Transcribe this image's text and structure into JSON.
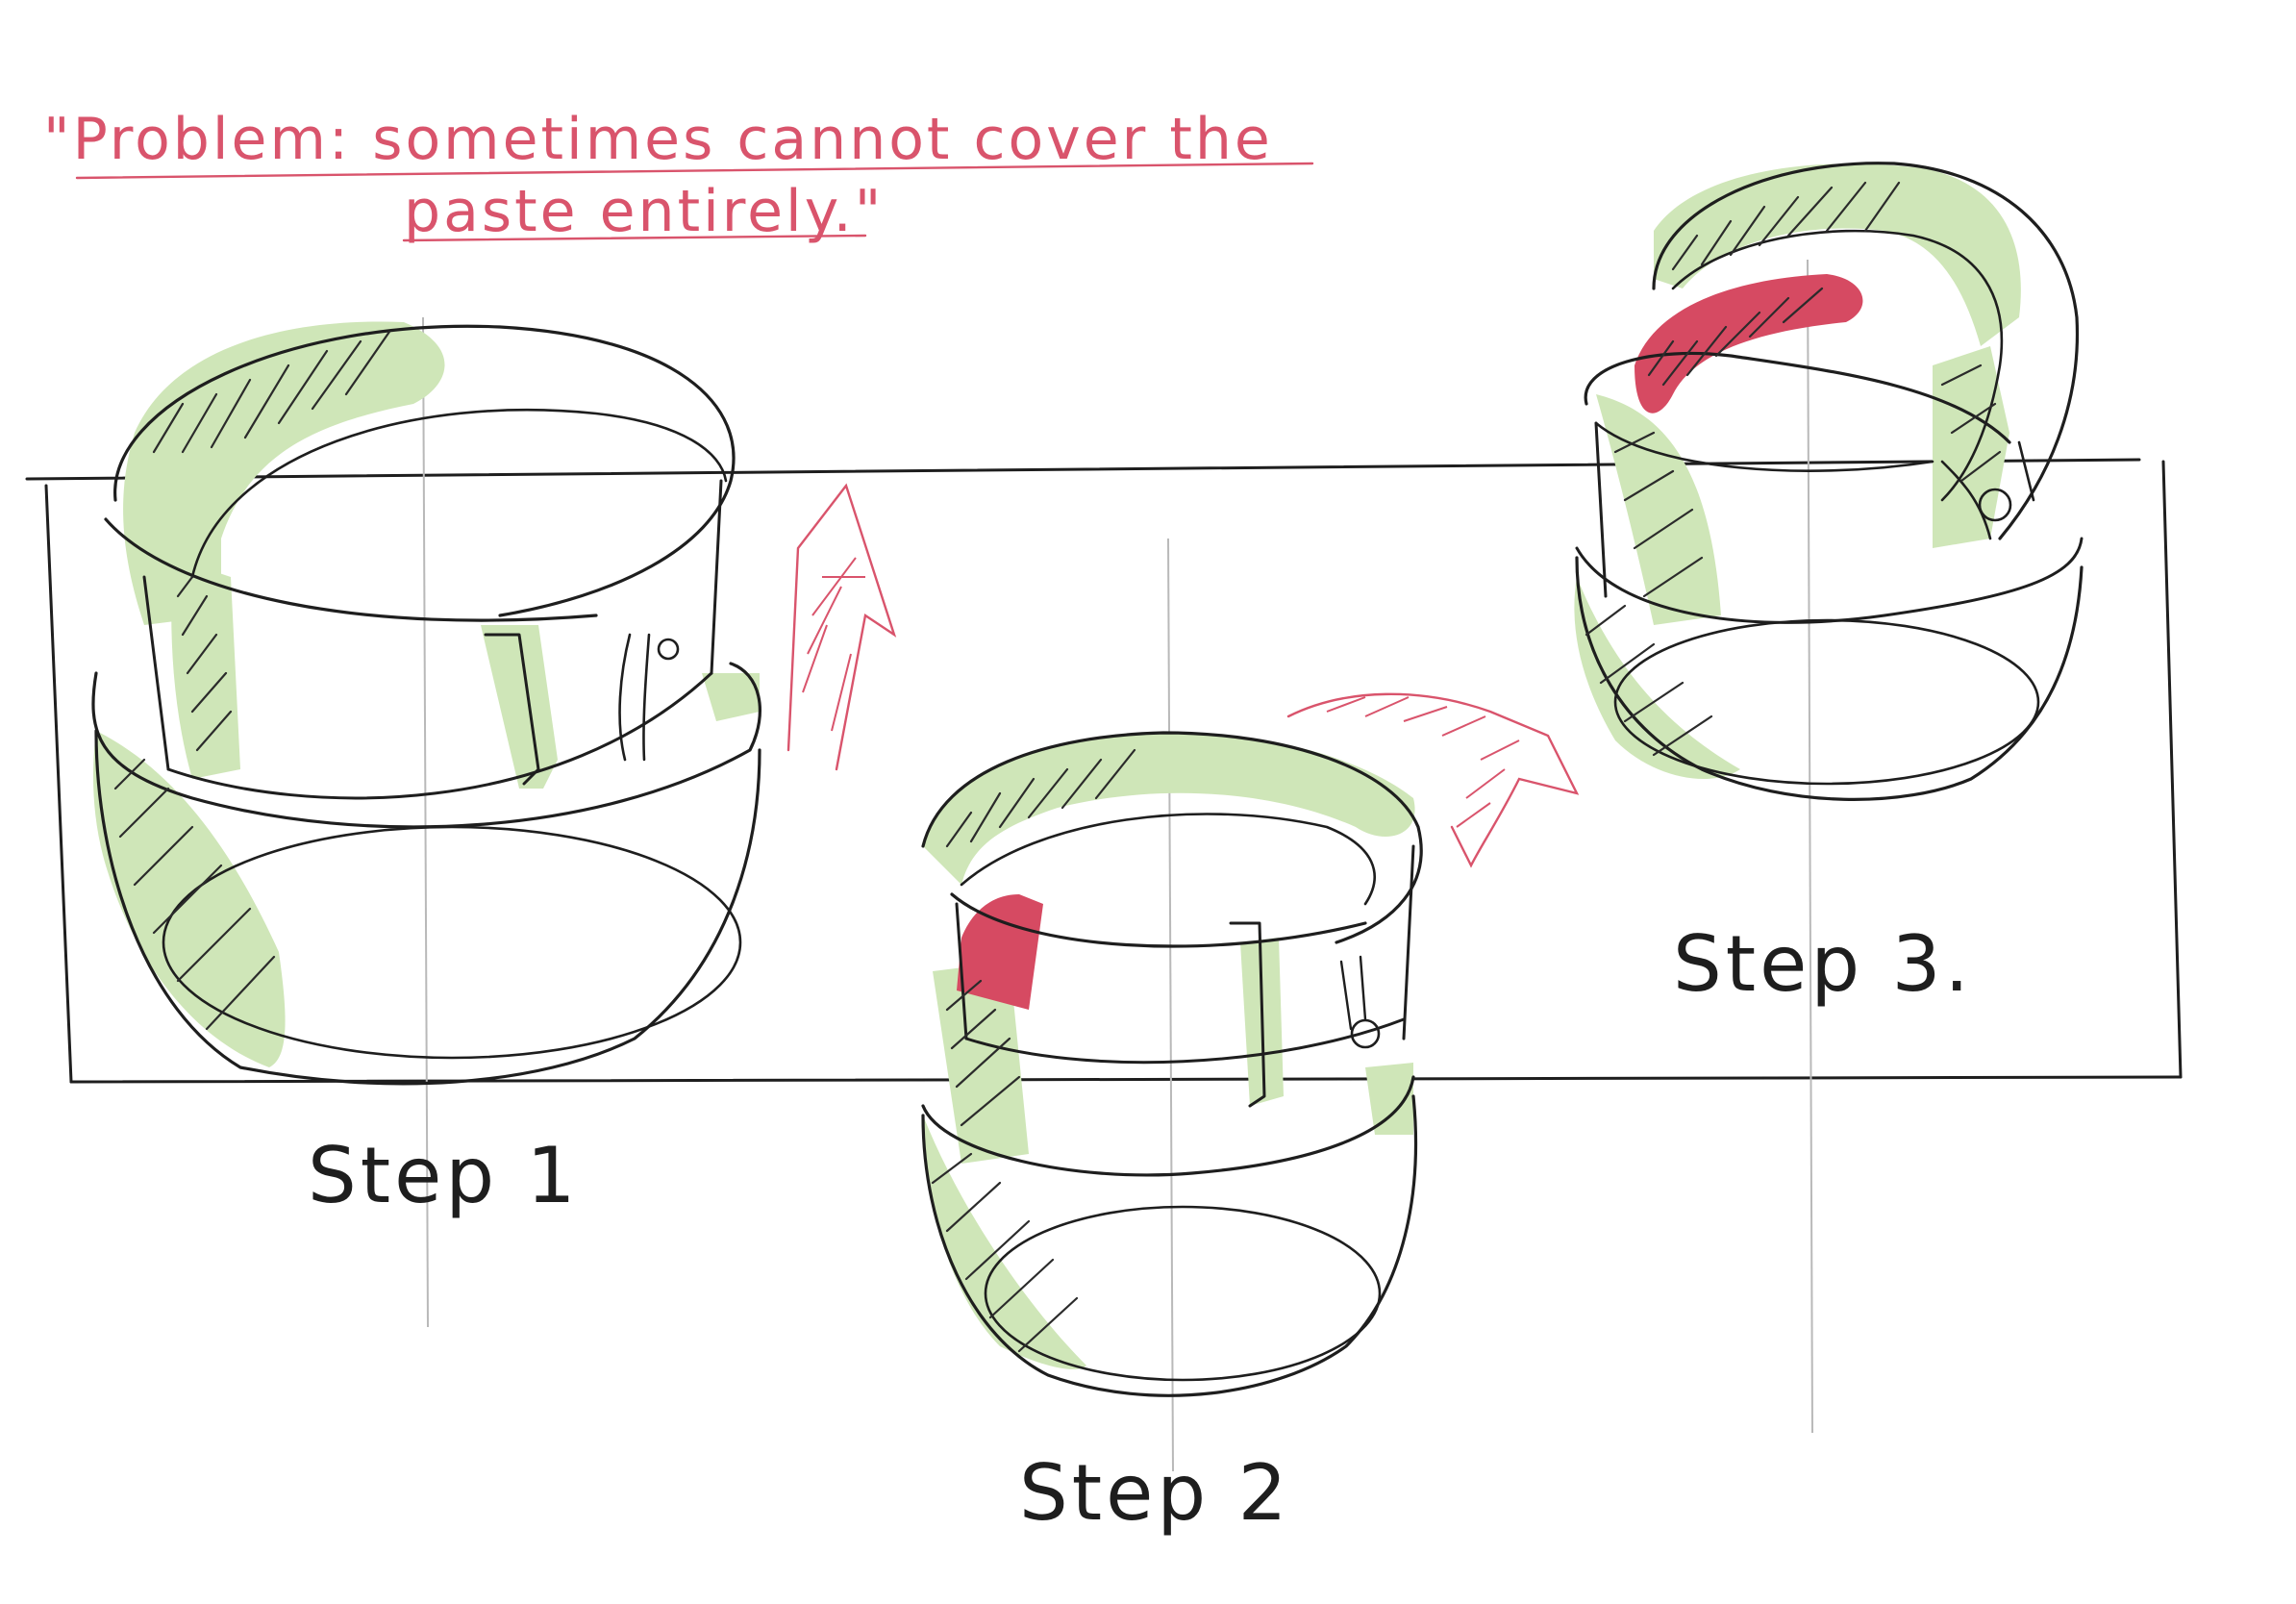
{
  "note": {
    "line1": "\"Problem: sometimes cannot cover the",
    "line2": "paste entirely.\""
  },
  "steps": [
    {
      "label": "Step 1"
    },
    {
      "label": "Step 2"
    },
    {
      "label": "Step 3."
    }
  ],
  "colors": {
    "pencil": "#1e1e1e",
    "green_highlight": "#cfe6b8",
    "red_highlight": "#d64a62",
    "red_annotation": "#d9546c"
  }
}
